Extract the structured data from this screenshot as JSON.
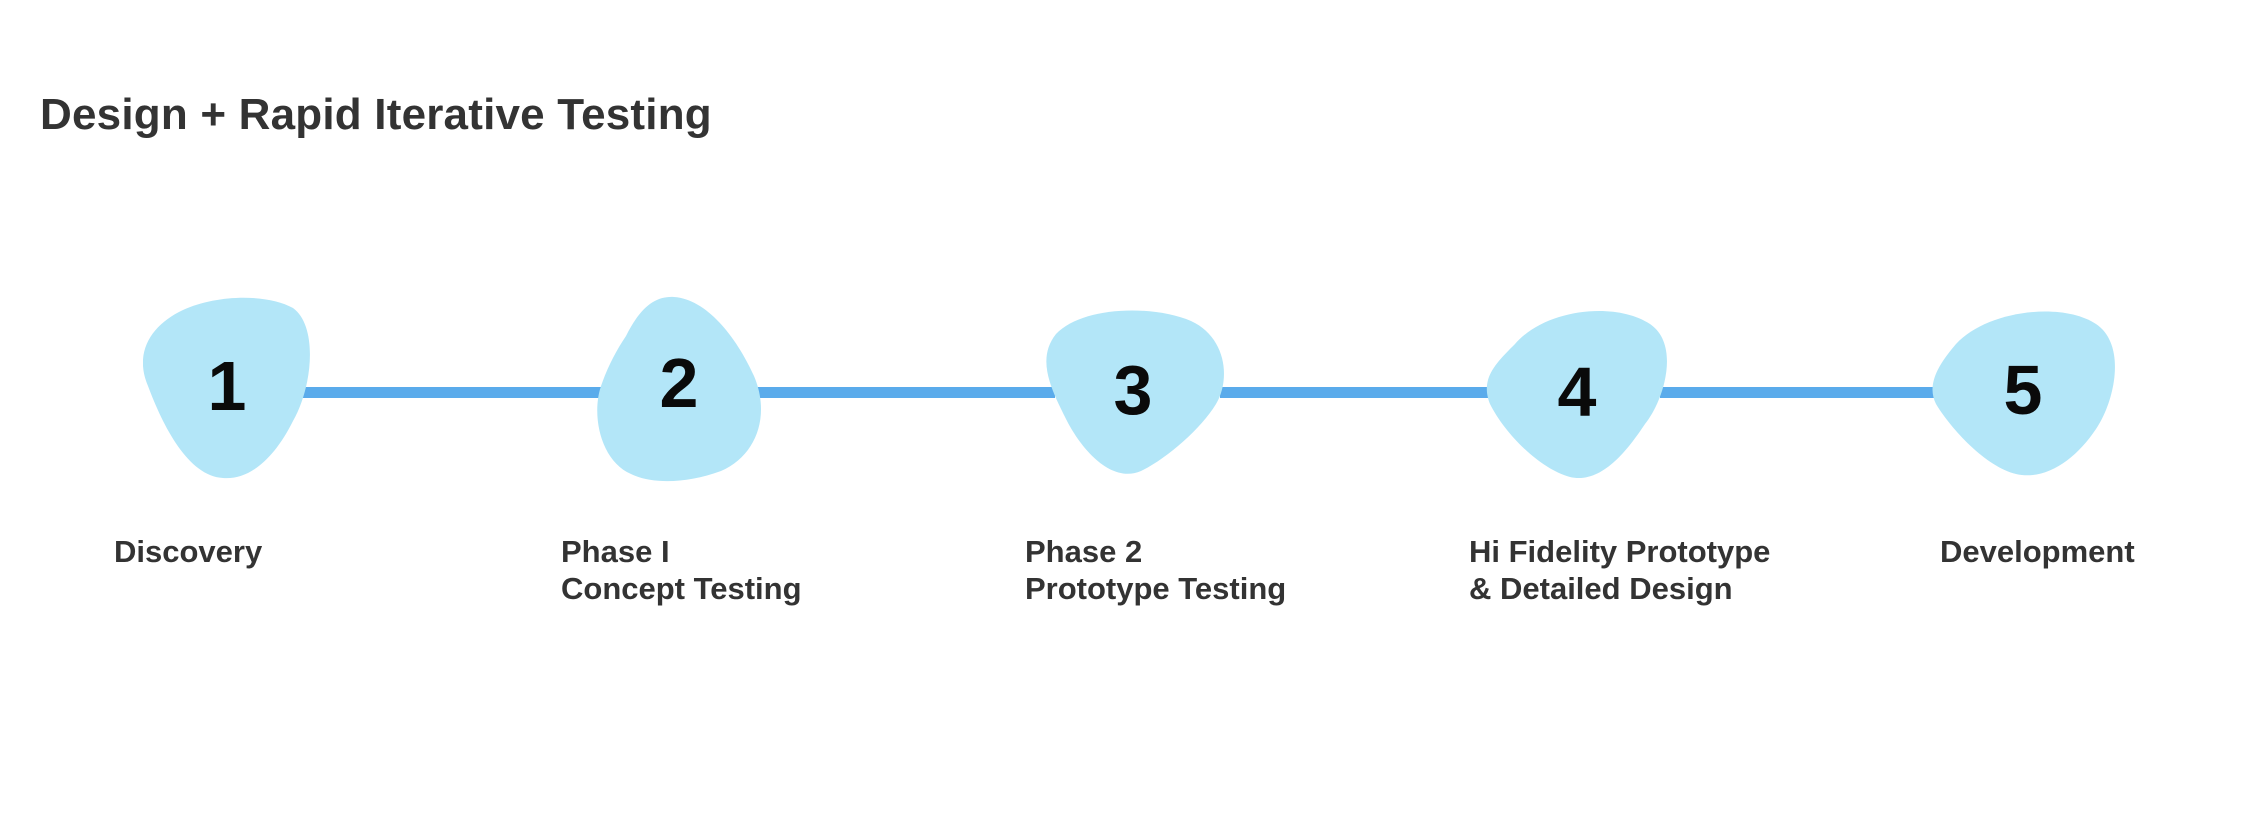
{
  "title": "Design + Rapid Iterative Testing",
  "colors": {
    "blob_fill": "#b3e6f8",
    "connector": "#5aabeb",
    "text": "#333333",
    "number": "#0a0a0a"
  },
  "steps": [
    {
      "number": "1",
      "label_line1": "Discovery",
      "label_line2": ""
    },
    {
      "number": "2",
      "label_line1": "Phase I",
      "label_line2": "Concept Testing"
    },
    {
      "number": "3",
      "label_line1": "Phase 2",
      "label_line2": "Prototype Testing"
    },
    {
      "number": "4",
      "label_line1": "Hi Fidelity Prototype",
      "label_line2": "& Detailed Design"
    },
    {
      "number": "5",
      "label_line1": "Development",
      "label_line2": ""
    }
  ]
}
